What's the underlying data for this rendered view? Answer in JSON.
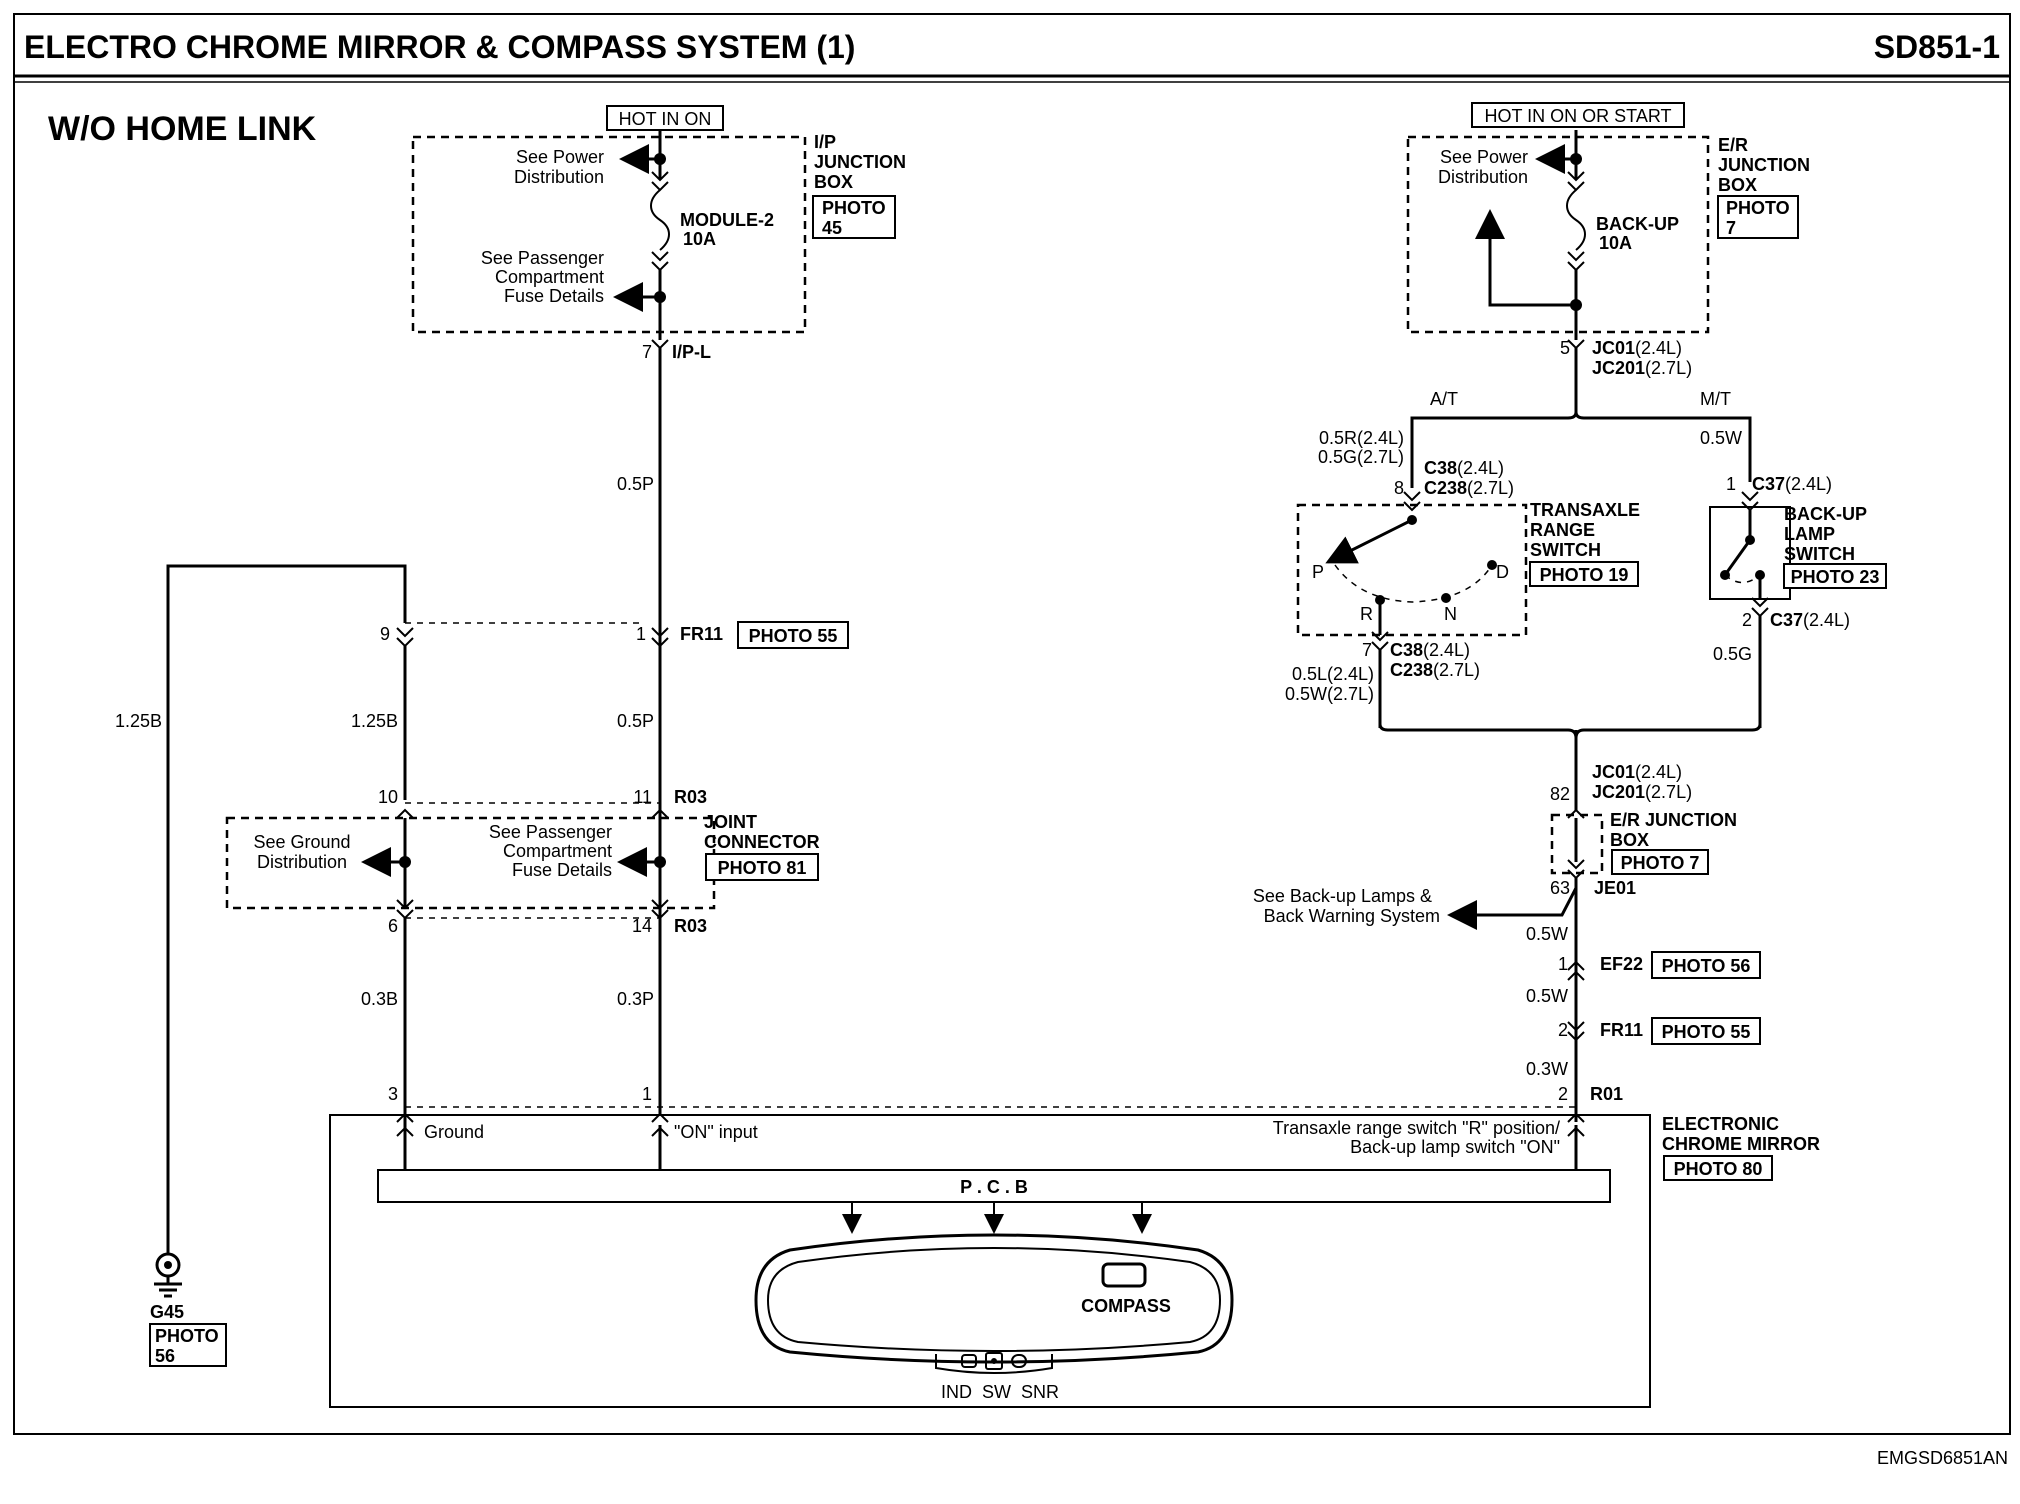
{
  "header": {
    "title": "ELECTRO CHROME MIRROR & COMPASS SYSTEM (1)",
    "code": "SD851-1",
    "subtitle": "W/O HOME LINK",
    "footer_code": "EMGSD6851AN"
  },
  "ip_box": {
    "hot": "HOT IN ON",
    "see_power_1": "See Power",
    "see_power_2": "Distribution",
    "fuse_1": "MODULE-2",
    "fuse_2": "10A",
    "see_pass_1": "See Passenger",
    "see_pass_2": "Compartment",
    "see_pass_3": "Fuse Details",
    "name_1": "I/P",
    "name_2": "JUNCTION",
    "name_3": "BOX",
    "photo_1": "PHOTO",
    "photo_2": "45",
    "pin": "7",
    "conn": "I/P-L"
  },
  "er_box": {
    "hot": "HOT IN ON OR START",
    "see_power_1": "See Power",
    "see_power_2": "Distribution",
    "fuse_1": "BACK-UP",
    "fuse_2": "10A",
    "name_1": "E/R",
    "name_2": "JUNCTION",
    "name_3": "BOX",
    "photo_1": "PHOTO",
    "photo_2": "7",
    "pin": "5",
    "conn_1": "JC01",
    "conn_1_sfx": "(2.4L)",
    "conn_2": "JC201",
    "conn_2_sfx": "(2.7L)"
  },
  "left": {
    "w_05p": "0.5P",
    "fr11_pin9": "9",
    "fr11_pin1": "1",
    "fr11": "FR11",
    "fr11_photo": "PHOTO 55",
    "w_125b_a": "1.25B",
    "w_125b_b": "1.25B",
    "w_05p_b": "0.5P",
    "pin10": "10",
    "pin11": "11",
    "r03_top": "R03",
    "see_ground_1": "See Ground",
    "see_ground_2": "Distribution",
    "see_pass_1": "See Passenger",
    "see_pass_2": "Compartment",
    "see_pass_3": "Fuse Details",
    "joint_1": "JOINT",
    "joint_2": "CONNECTOR",
    "joint_photo": "PHOTO 81",
    "pin6": "6",
    "pin14": "14",
    "r03_bot": "R03",
    "w_03b": "0.3B",
    "w_03p": "0.3P",
    "pin3": "3",
    "pin1": "1",
    "g45": "G45",
    "g45_photo_1": "PHOTO",
    "g45_photo_2": "56"
  },
  "right": {
    "at": "A/T",
    "mt": "M/T",
    "w_05r": "0.5R(2.4L)",
    "w_05g": "0.5G(2.7L)",
    "w_05w": "0.5W",
    "c38_pin8": "8",
    "c38": "C38",
    "c38_sfx": "(2.4L)",
    "c238": "C238",
    "c238_sfx": "(2.7L)",
    "c37_pin1": "1",
    "c37": "C37",
    "c37_sfx": "(2.4L)",
    "trs_1": "TRANSAXLE",
    "trs_2": "RANGE",
    "trs_3": "SWITCH",
    "trs_photo": "PHOTO 19",
    "pos_p": "P",
    "pos_r": "R",
    "pos_n": "N",
    "pos_d": "D",
    "bls_1": "BACK-UP",
    "bls_2": "LAMP",
    "bls_3": "SWITCH",
    "bls_photo": "PHOTO 23",
    "c37_pin2": "2",
    "c38_pin7": "7",
    "w_05l": "0.5L(2.4L)",
    "w_05w27": "0.5W(2.7L)",
    "w_05g_r": "0.5G",
    "jc_pin82": "82",
    "erjb_1": "E/R JUNCTION",
    "erjb_2": "BOX",
    "erjb_photo": "PHOTO 7",
    "je_pin63": "63",
    "je01": "JE01",
    "see_backup_1": "See Back-up Lamps &",
    "see_backup_2": "Back Warning System",
    "w_05w_a": "0.5W",
    "ef22_pin1": "1",
    "ef22": "EF22",
    "ef22_photo": "PHOTO 56",
    "w_05w_b": "0.5W",
    "fr11_pin2": "2",
    "fr11": "FR11",
    "fr11_photo": "PHOTO 55",
    "w_03w": "0.3W",
    "r01_pin2": "2",
    "r01": "R01"
  },
  "mirror": {
    "ground": "Ground",
    "on_input": "\"ON\" input",
    "trs_note_1": "Transaxle range switch \"R\" position/",
    "trs_note_2": "Back-up lamp switch \"ON\"",
    "pcb": "P . C . B",
    "compass": "COMPASS",
    "ind_sw_snr": "IND  SW  SNR",
    "name_1": "ELECTRONIC",
    "name_2": "CHROME MIRROR",
    "photo": "PHOTO 80"
  }
}
